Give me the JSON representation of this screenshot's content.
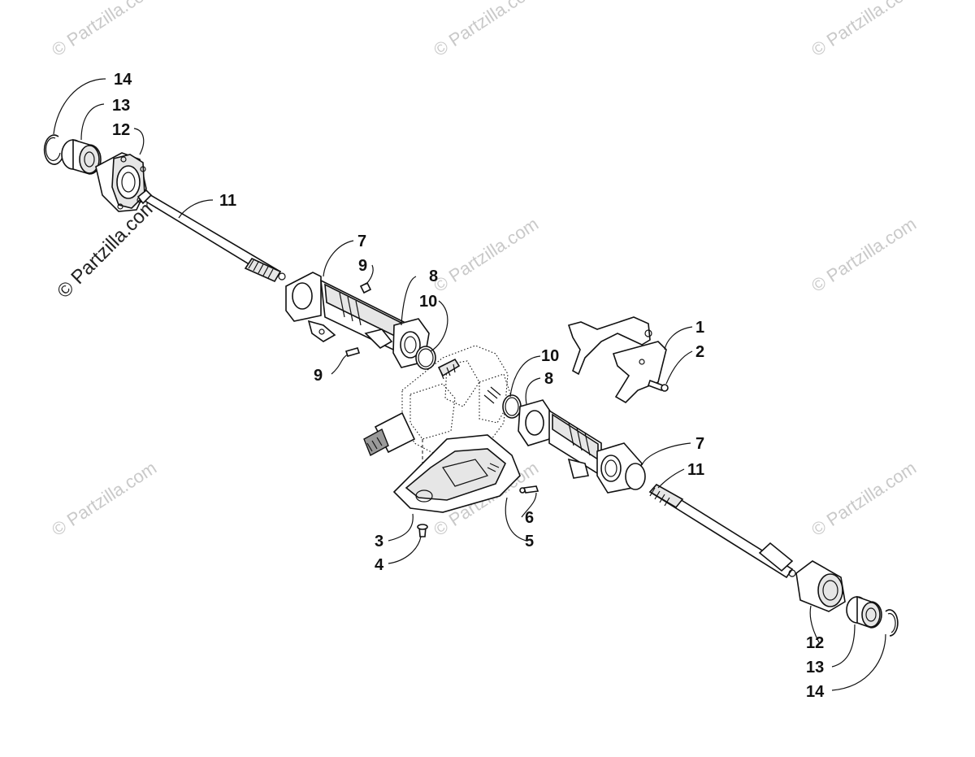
{
  "callouts": {
    "c1": "1",
    "c2": "2",
    "c3": "3",
    "c4": "4",
    "c5": "5",
    "c6": "6",
    "c7a": "7",
    "c7b": "7",
    "c8a": "8",
    "c8b": "8",
    "c9a": "9",
    "c9b": "9",
    "c10a": "10",
    "c10b": "10",
    "c11a": "11",
    "c11b": "11",
    "c12a": "12",
    "c12b": "12",
    "c13a": "13",
    "c13b": "13",
    "c14a": "14",
    "c14b": "14"
  },
  "watermark": {
    "text": "© Partzilla.com",
    "emphasized": "© Partzilla.com"
  }
}
